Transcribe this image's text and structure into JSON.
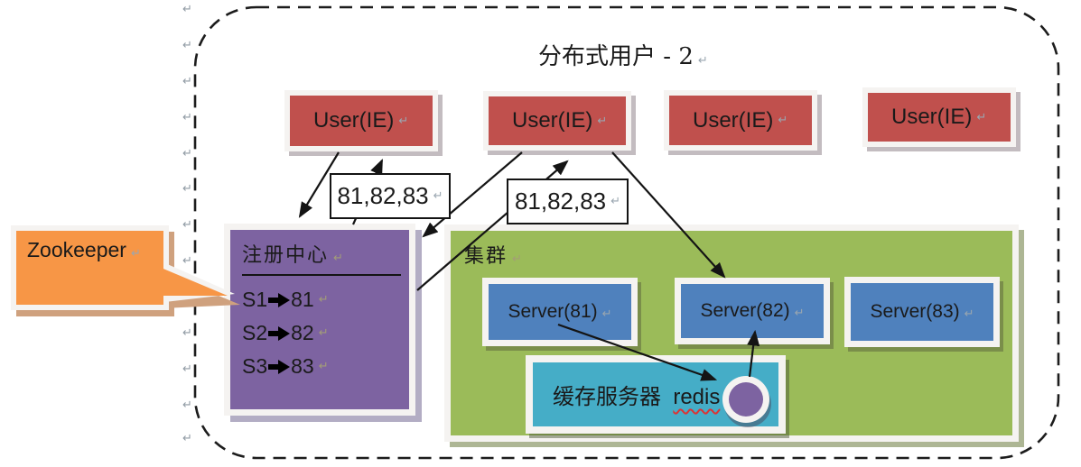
{
  "title": {
    "text": "分布式用户  - 2"
  },
  "marks": {
    "pilcrow": "↵"
  },
  "users": [
    {
      "label": "User(IE)"
    },
    {
      "label": "User(IE)"
    },
    {
      "label": "User(IE)"
    },
    {
      "label": "User(IE)"
    }
  ],
  "port_labels": [
    {
      "text": "81,82,83"
    },
    {
      "text": "81,82,83"
    }
  ],
  "zookeeper": {
    "label": "Zookeeper"
  },
  "registry": {
    "title": "注册中心",
    "rows": [
      {
        "from": "S1",
        "to": "81"
      },
      {
        "from": "S2",
        "to": "82"
      },
      {
        "from": "S3",
        "to": "83"
      }
    ]
  },
  "cluster": {
    "label": "集群",
    "servers": [
      {
        "label": "Server(81)"
      },
      {
        "label": "Server(82)"
      },
      {
        "label": "Server(83)"
      }
    ],
    "cache": {
      "label_cn": "缓存服务器",
      "label_en": "redis"
    }
  },
  "colors": {
    "user_red": "#c0504d",
    "registry_purple": "#7d63a1",
    "cluster_green": "#9bbb59",
    "server_blue": "#4f81bd",
    "cache_teal": "#45adc7",
    "callout_orange": "#f79646"
  }
}
